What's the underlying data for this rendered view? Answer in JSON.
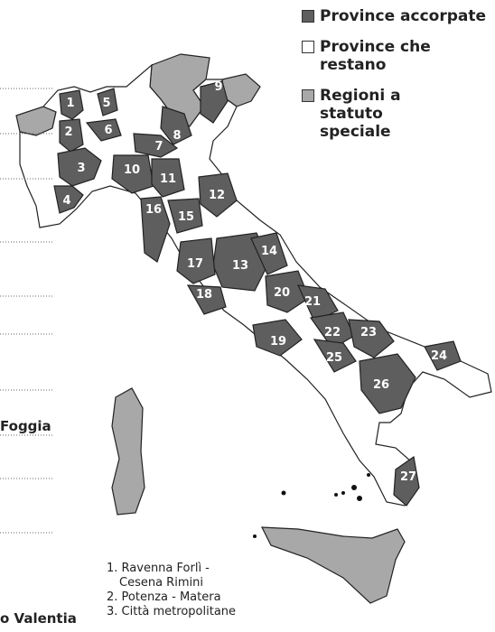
{
  "legend": [
    {
      "label": "Province accorpate",
      "color": "#5e5e5e"
    },
    {
      "label": "Province che restano",
      "color": "#ffffff"
    },
    {
      "label": "Regioni a statuto speciale",
      "color": "#a8a8a8"
    }
  ],
  "left_labels": {
    "foggia": "Foggia",
    "valentia": "o Valentia"
  },
  "footnotes": [
    "1. Ravenna Forlì -",
    "Cesena Rimini",
    "2. Potenza - Matera",
    "3. Città metropolitane"
  ],
  "province_numbers": [
    "1",
    "2",
    "3",
    "4",
    "5",
    "6",
    "7",
    "8",
    "9",
    "10",
    "11",
    "12",
    "13",
    "14",
    "15",
    "16",
    "17",
    "18",
    "19",
    "20",
    "21",
    "22",
    "23",
    "24",
    "25",
    "26",
    "27"
  ],
  "colors": {
    "merged": "#5e5e5e",
    "remaining": "#ffffff",
    "special": "#a8a8a8",
    "border": "#222222"
  }
}
